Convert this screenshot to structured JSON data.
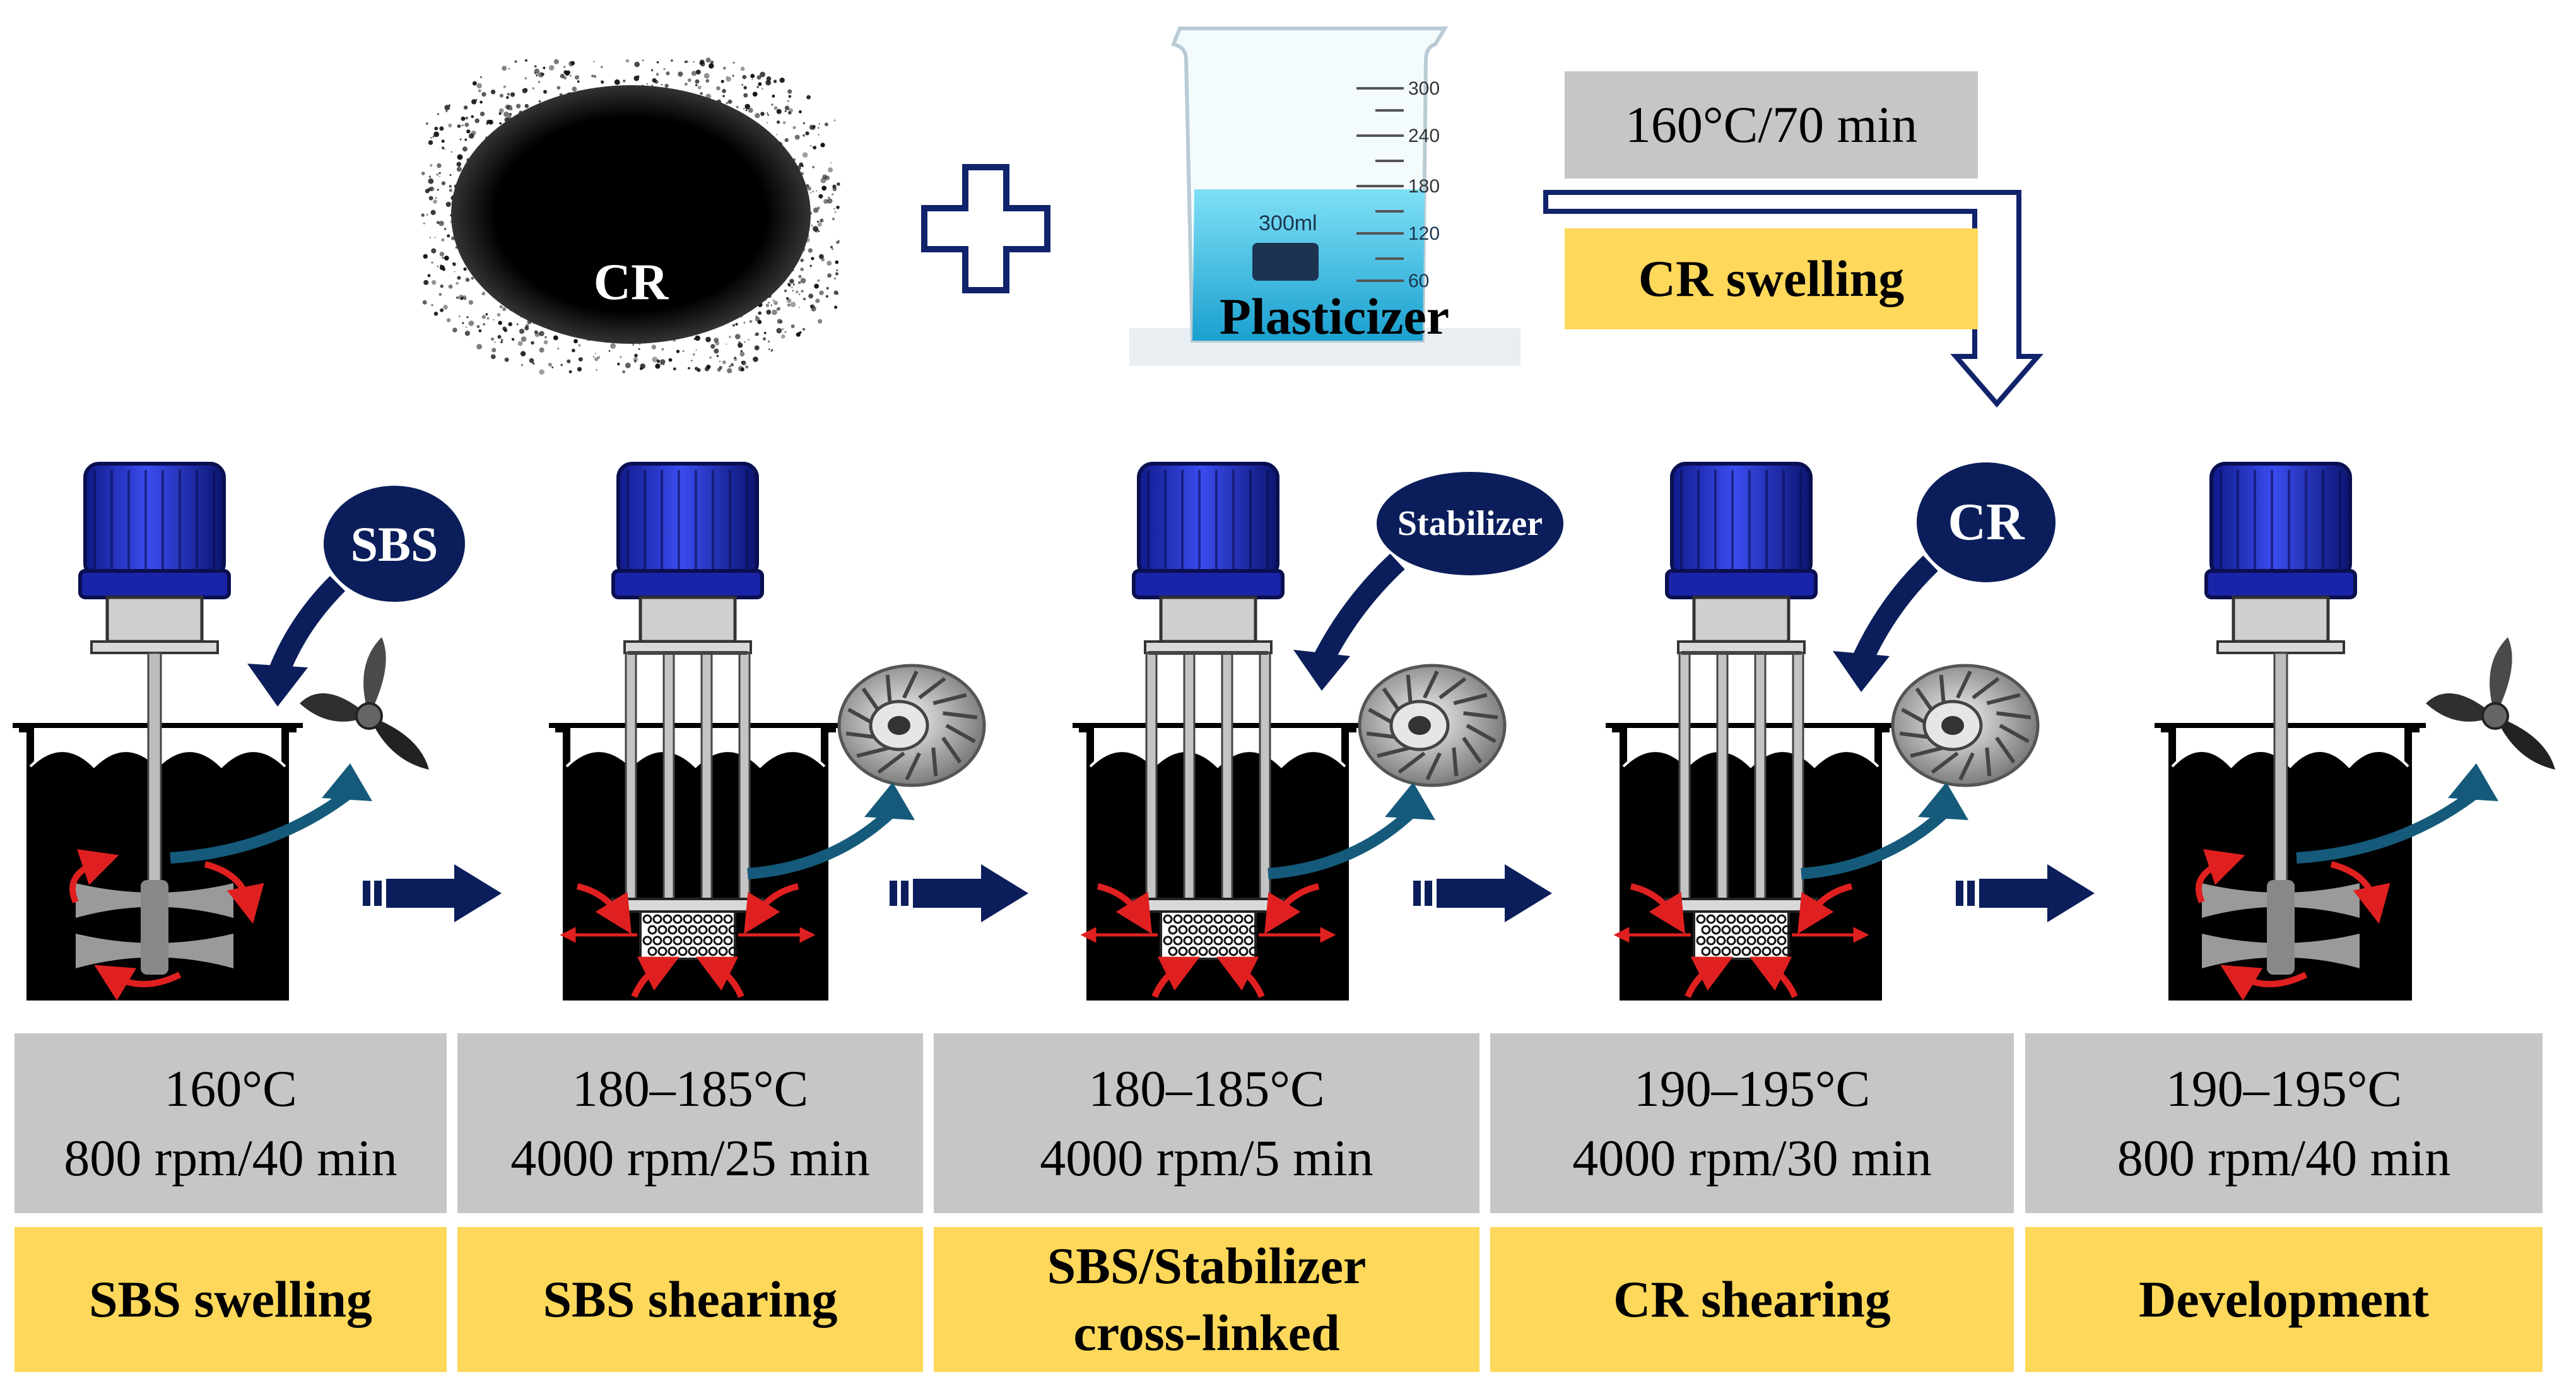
{
  "inputs": {
    "cr_label": "CR",
    "plasticizer_label": "Plasticizer",
    "beaker_volume_label": "300ml",
    "beaker_marks": [
      "300",
      "240",
      "180",
      "120",
      "60"
    ]
  },
  "pretreatment": {
    "condition": "160°C/70 min",
    "name": "CR swelling"
  },
  "additions": {
    "sbs": "SBS",
    "stabilizer": "Stabilizer",
    "cr": "CR"
  },
  "stages": [
    {
      "temp": "160°C",
      "speed_time": "800 rpm/40 min",
      "name_lines": [
        "SBS swelling"
      ]
    },
    {
      "temp": "180–185°C",
      "speed_time": "4000 rpm/25 min",
      "name_lines": [
        "SBS shearing"
      ]
    },
    {
      "temp": "180–185°C",
      "speed_time": "4000 rpm/5 min",
      "name_lines": [
        "SBS/Stabilizer",
        "cross-linked"
      ]
    },
    {
      "temp": "190–195°C",
      "speed_time": "4000 rpm/30 min",
      "name_lines": [
        "CR shearing"
      ]
    },
    {
      "temp": "190–195°C",
      "speed_time": "800 rpm/40 min",
      "name_lines": [
        "Development"
      ]
    }
  ],
  "colors": {
    "motor": "#1f2bd6",
    "oval": "#0b1e5b",
    "flow_arrow": "#0b1e5b",
    "curve_arrow": "#155a7a",
    "red_arrow": "#e02020",
    "gray_box": "#c6c6c6",
    "yellow_box": "#fdd85a",
    "liquid": "#d9f6ff"
  }
}
